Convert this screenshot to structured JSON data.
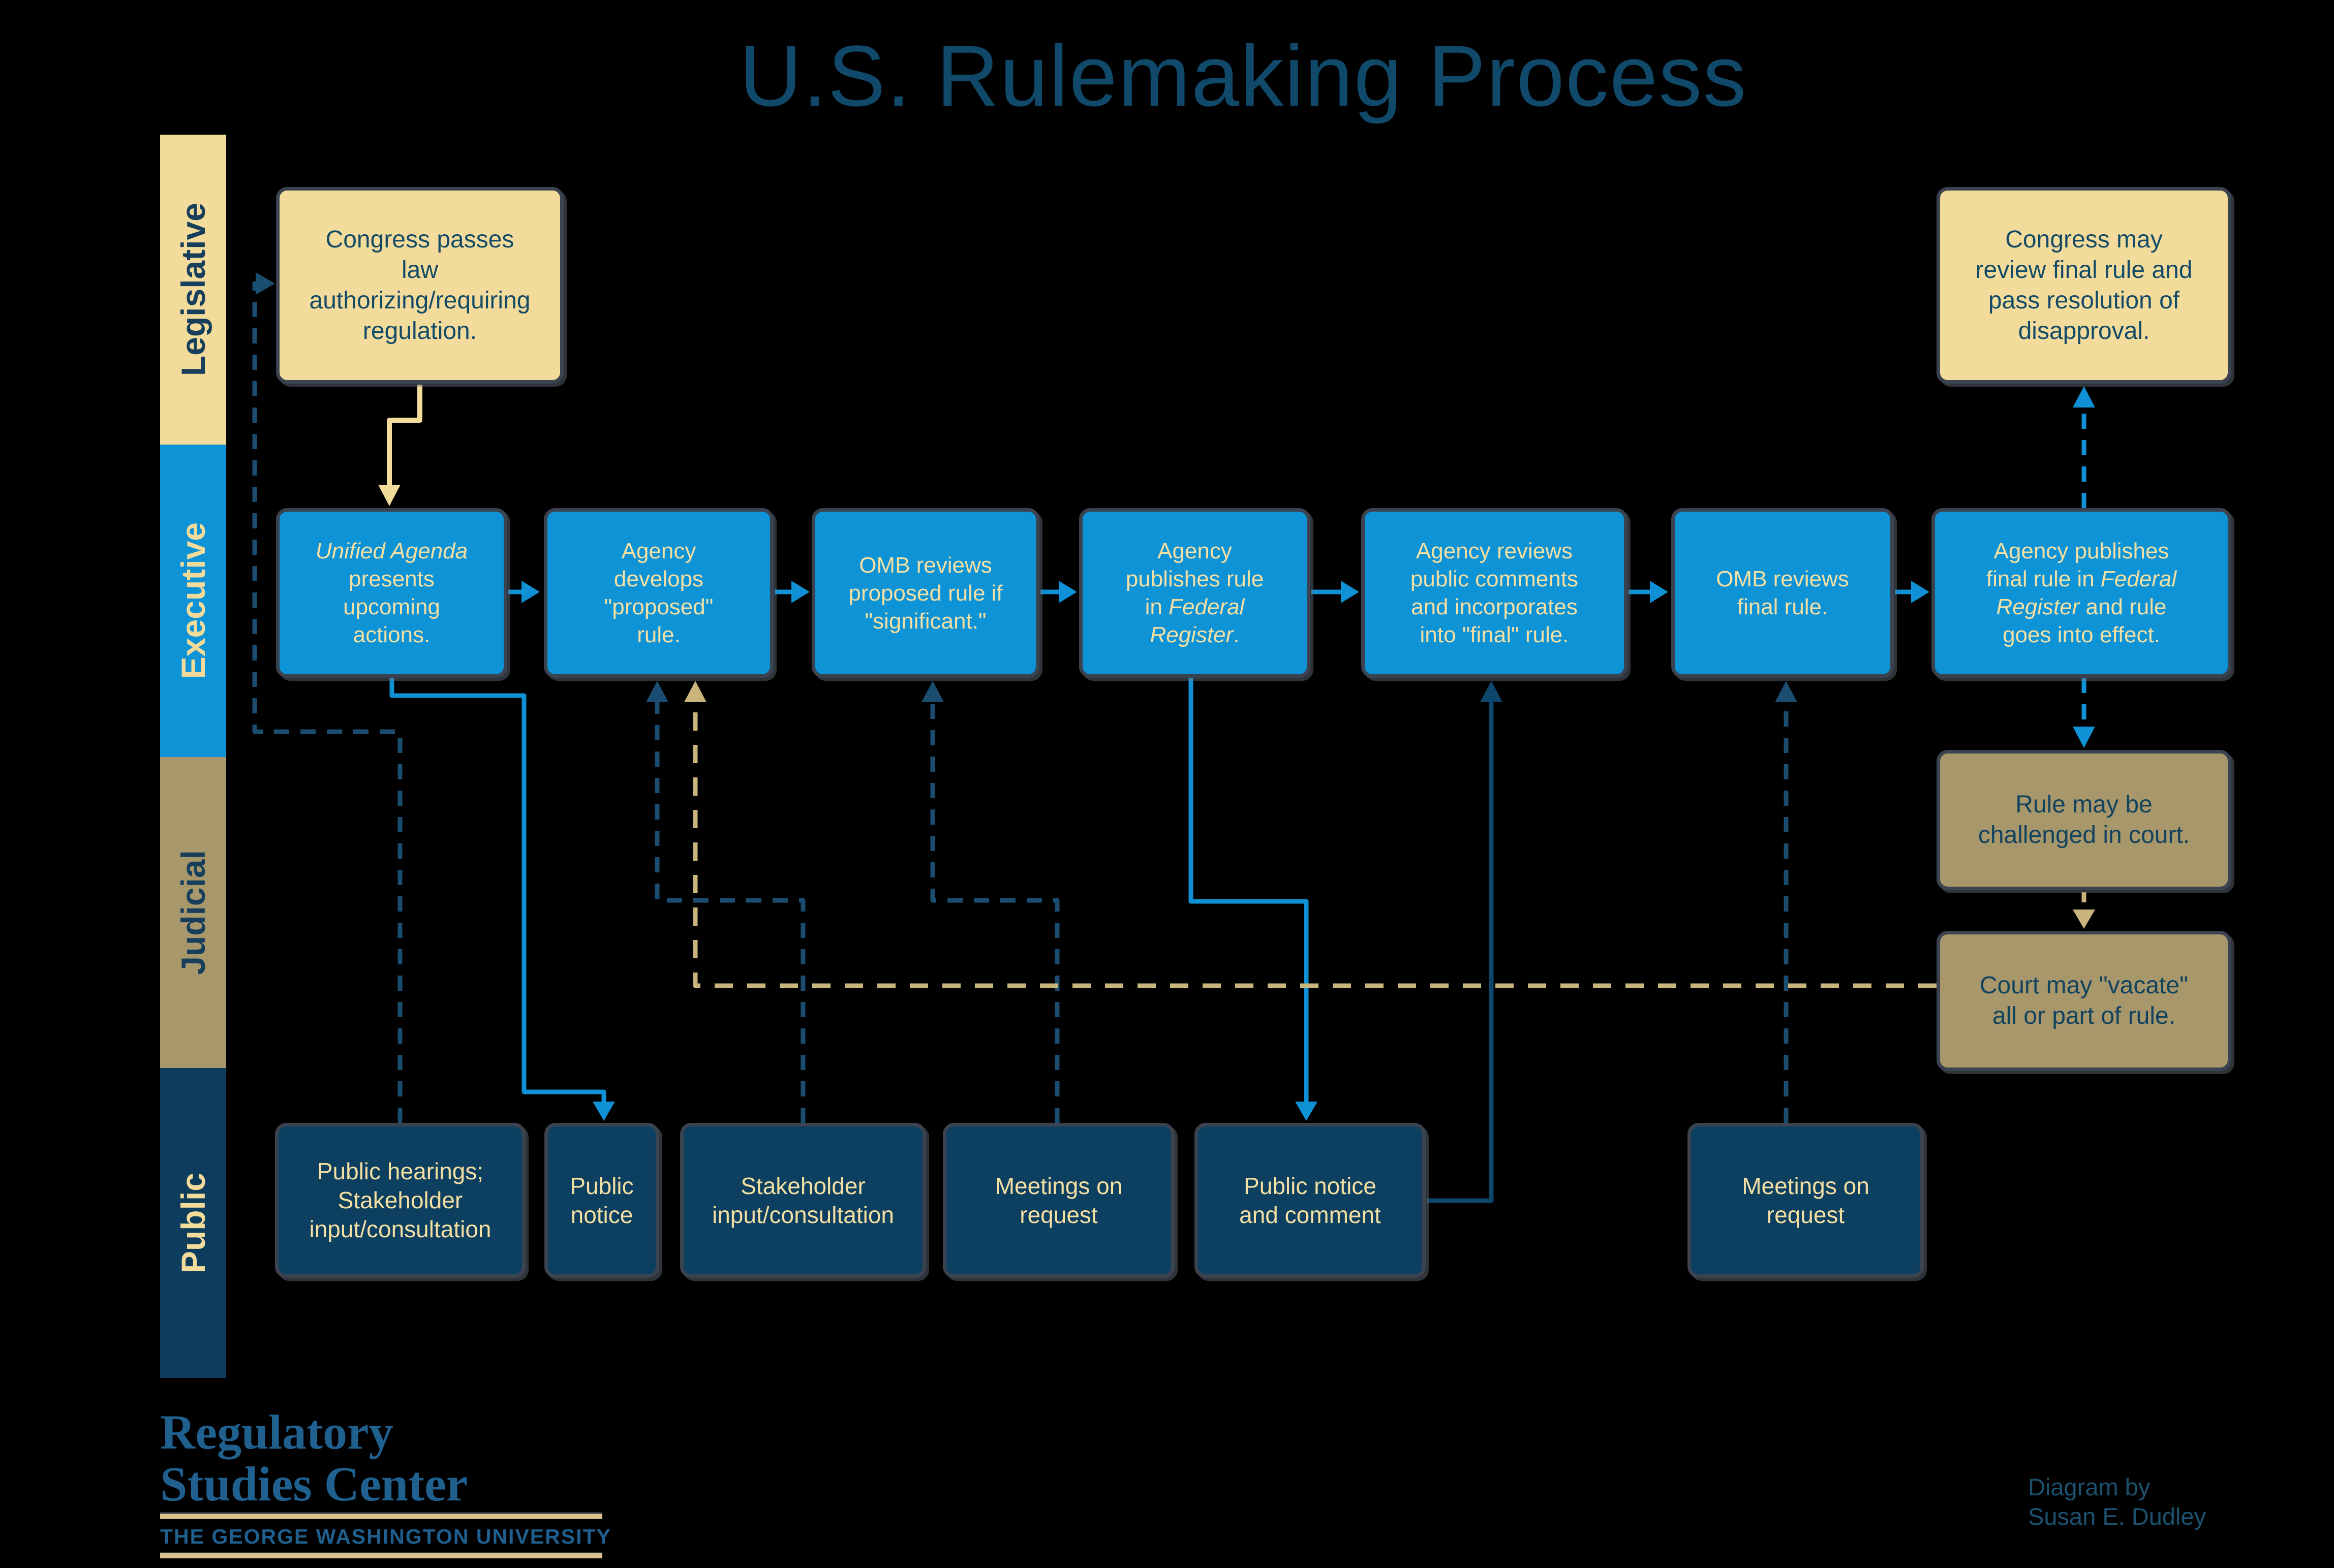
{
  "title": "U.S. Rulemaking Process",
  "sidebar": {
    "legislative": "Legislative",
    "executive": "Executive",
    "judicial": "Judicial",
    "public": "Public"
  },
  "boxes": {
    "congress": "Congress passes\nlaw\nauthorizing/requiring\nregulation.",
    "congress_review": "Congress may\nreview final rule and\npass resolution of\ndisapproval.",
    "unified": {
      "italic": "Unified Agenda",
      "rest": "presents\nupcoming\nactions."
    },
    "develops": "Agency\ndevelops\n\"proposed\"\nrule.",
    "omb_prop": "OMB reviews\nproposed rule if\n\"significant.\"",
    "publishes": {
      "pre": "Agency\npublishes rule\nin ",
      "italic": "Federal\nRegister",
      "post": "."
    },
    "reviews": "Agency reviews\npublic comments\nand incorporates\ninto \"final\" rule.",
    "omb_final": "OMB reviews\nfinal rule.",
    "publishes_final": {
      "pre": "Agency publishes\nfinal rule in ",
      "italic": "Federal\nRegister",
      "post": " and rule\ngoes into effect."
    },
    "challenged": "Rule may be\nchallenged in court.",
    "vacate": "Court may \"vacate\"\nall or part of rule.",
    "hearings": "Public hearings;\nStakeholder\ninput/consultation",
    "notice": "Public\nnotice",
    "stakeholder": "Stakeholder\ninput/consultation",
    "meetings1": "Meetings on\nrequest",
    "notice_comment": "Public notice\nand comment",
    "meetings2": "Meetings on\nrequest"
  },
  "footer": {
    "logo_line1": "Regulatory",
    "logo_line2": "Studies Center",
    "logo_sub": "THE GEORGE WASHINGTON UNIVERSITY",
    "credit": "Diagram by\nSusan E. Dudley"
  },
  "colors": {
    "background": "#000000",
    "title_blue": "#11496a",
    "tan": "#f3dc9b",
    "executive_blue": "#0e93d6",
    "judicial_khaki": "#a7976a",
    "public_navy": "#0d3f60",
    "arrow_blue": "#1191d5",
    "arrow_navy_dashed": "#1b4d70",
    "arrow_khaki_dashed": "#c9b47c",
    "box_border": "#3a434f"
  }
}
